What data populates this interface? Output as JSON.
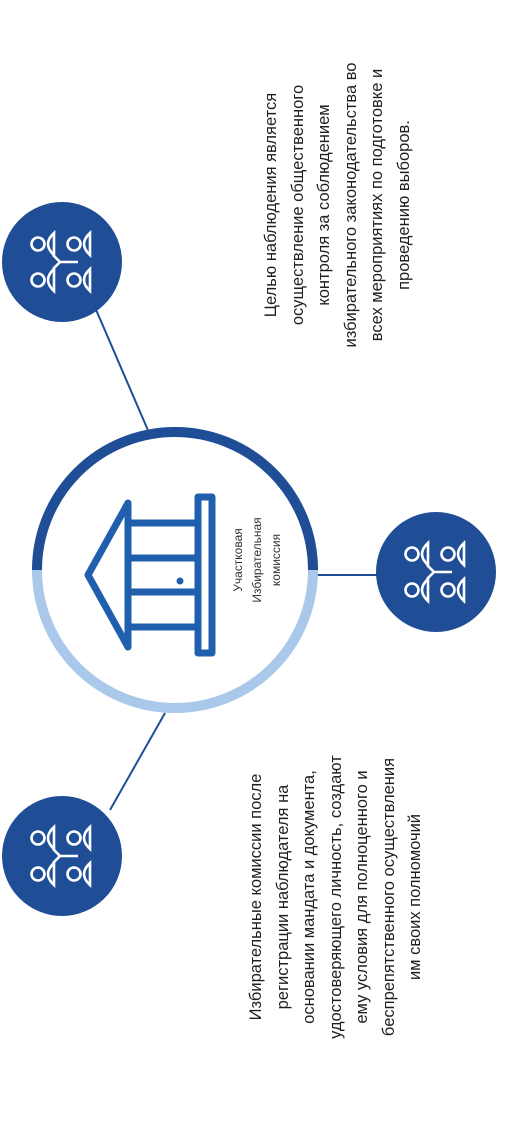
{
  "center": {
    "label": [
      "Участковая",
      "Избирательная",
      "комиссия"
    ],
    "icon": "building-icon"
  },
  "observers": [
    {
      "name": "observer-left",
      "icon": "people-group-icon"
    },
    {
      "name": "observer-top-right",
      "icon": "people-group-icon"
    },
    {
      "name": "observer-bottom",
      "icon": "people-group-icon"
    }
  ],
  "text_left": [
    "Избирательные комиссии после",
    "регистрации наблюдателя на",
    "основании мандата и документа,",
    "удостоверяющего личность, создают",
    "ему условия для полноценного и",
    "беспрепятственного осуществления",
    "им своих полномочий"
  ],
  "text_right": [
    "Целью наблюдения является",
    "осуществление общественного",
    "контроля за соблюдением",
    "избирательного законодательства во",
    "всех мероприятиях по подготовке и",
    "проведению выборов."
  ],
  "colors": {
    "dark_blue": "#1f4e96",
    "light_blue": "#a9c8ea",
    "text": "#1f1f1f",
    "white": "#ffffff"
  }
}
